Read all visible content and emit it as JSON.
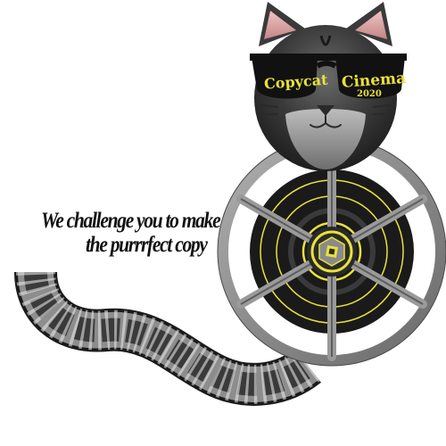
{
  "logo": {
    "name_left": "Copycat",
    "name_right": "Cinema",
    "year": "2020"
  },
  "tagline": {
    "line1": "We challenge you to make",
    "line2": "the purrrfect copy"
  },
  "colors": {
    "accent": "#e8e23a",
    "cat_fur": "#3a3a3a",
    "reel_frame": "#8a8a8a",
    "reel_disc": "#1a1a1a",
    "ear_inner": "#d9a0a0"
  },
  "icons": [
    "cat-head-icon",
    "sunglasses-icon",
    "film-reel-icon",
    "film-strip-icon"
  ]
}
